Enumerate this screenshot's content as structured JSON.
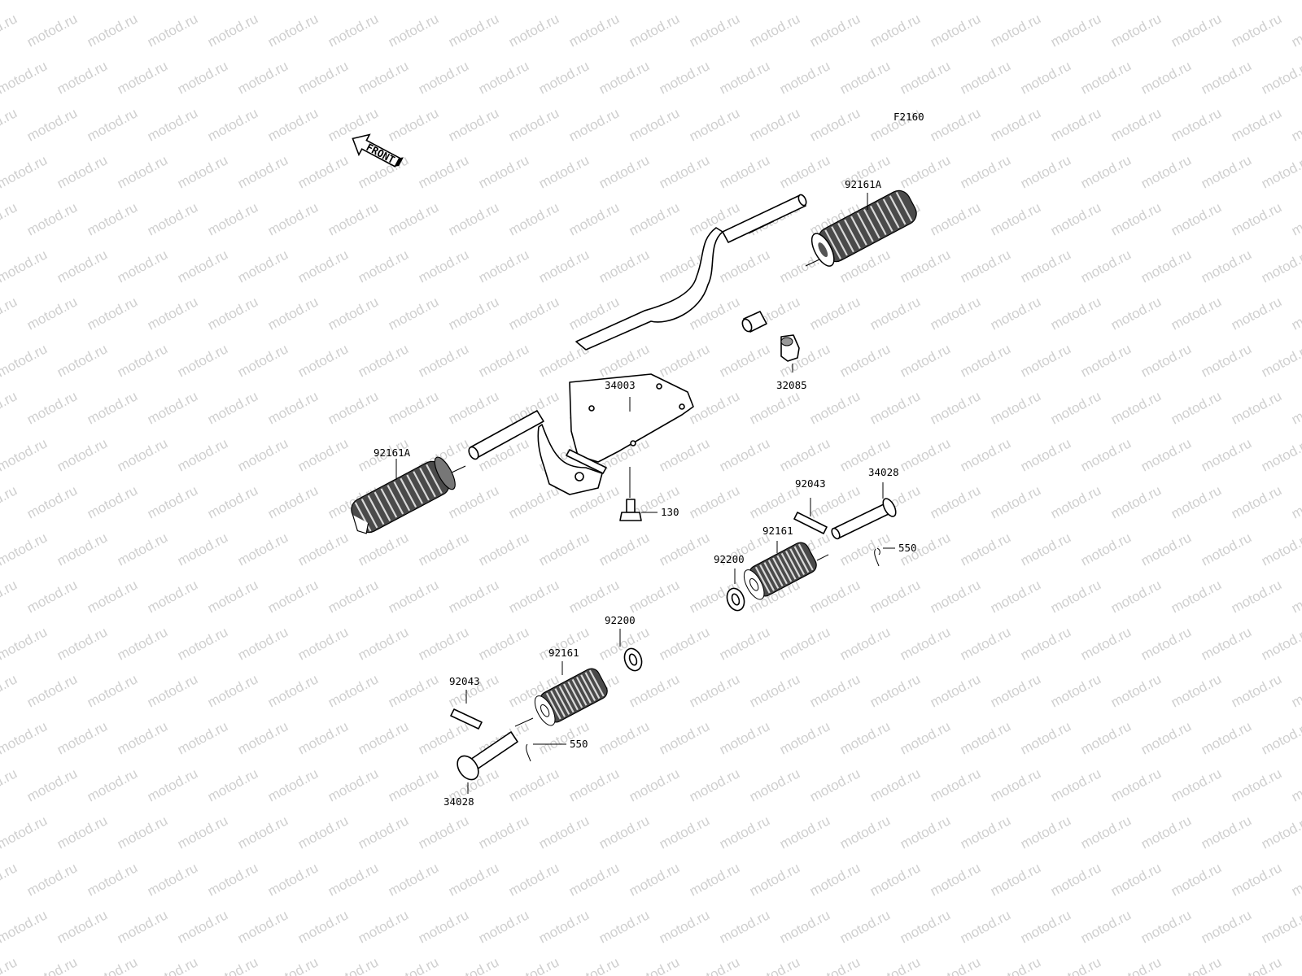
{
  "diagram": {
    "code": "F2160",
    "front_label": "FRONT",
    "watermark": "motod.ru",
    "parts": [
      {
        "id": "footpeg-grip-right",
        "number": "92161A"
      },
      {
        "id": "footpeg-grip-left",
        "number": "92161A"
      },
      {
        "id": "footpeg-bracket",
        "number": "34003"
      },
      {
        "id": "cap",
        "number": "32085"
      },
      {
        "id": "bolt",
        "number": "130"
      },
      {
        "id": "pin-right",
        "number": "92043"
      },
      {
        "id": "rear-peg-right",
        "number": "34028"
      },
      {
        "id": "rear-grip-right",
        "number": "92161"
      },
      {
        "id": "washer-right",
        "number": "92200"
      },
      {
        "id": "cotter-pin-right",
        "number": "550"
      },
      {
        "id": "washer-left",
        "number": "92200"
      },
      {
        "id": "rear-grip-left",
        "number": "92161"
      },
      {
        "id": "pin-left",
        "number": "92043"
      },
      {
        "id": "cotter-pin-left",
        "number": "550"
      },
      {
        "id": "rear-peg-left",
        "number": "34028"
      }
    ]
  }
}
